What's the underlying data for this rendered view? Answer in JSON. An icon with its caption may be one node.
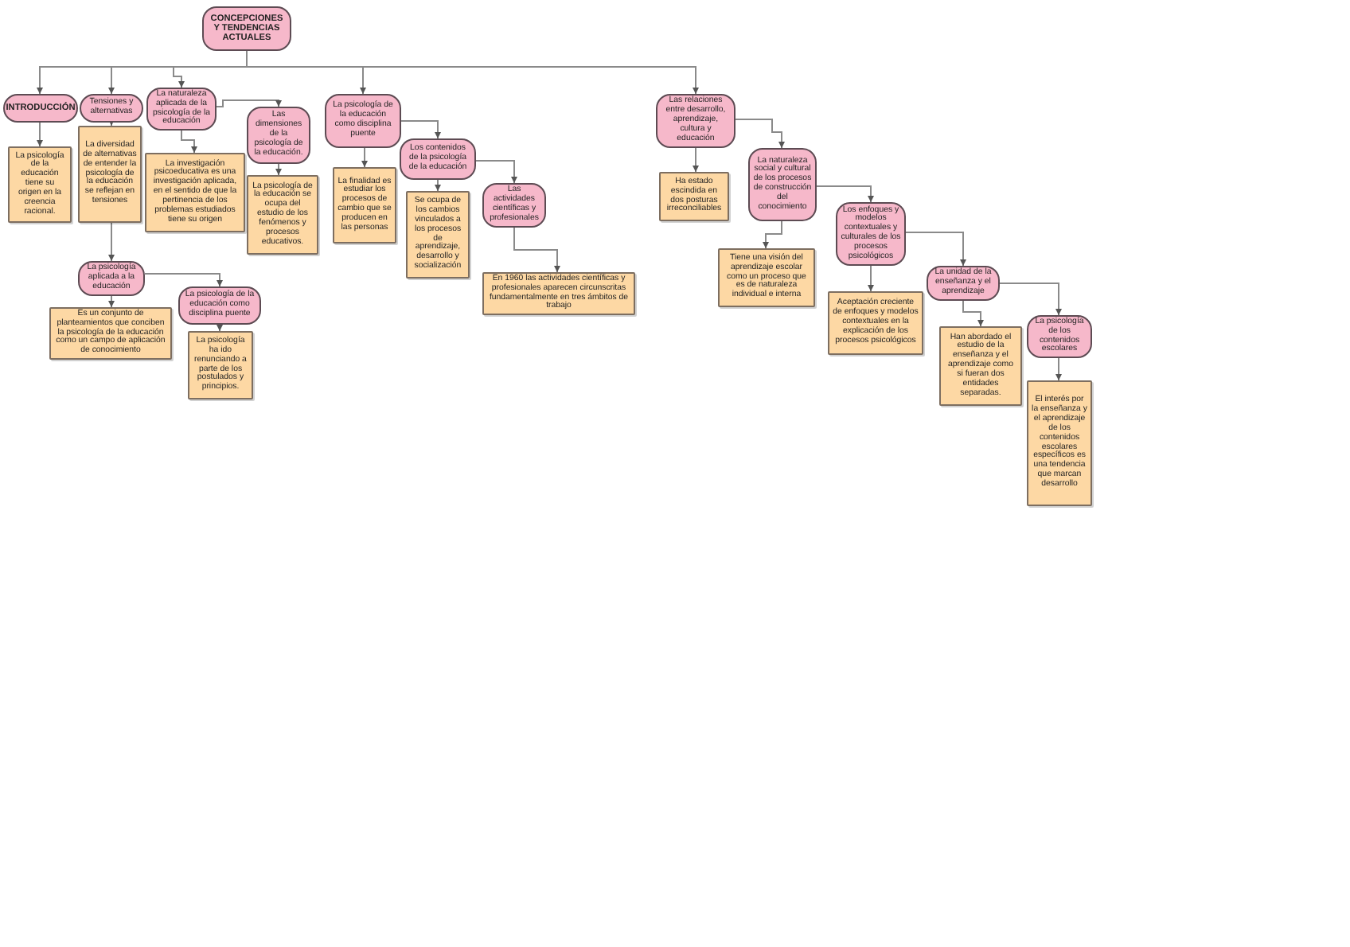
{
  "diagram": {
    "nodes": [
      {
        "text": [
          "CONCEPCIONES Y TENDENCIAS ACTUALES"
        ]
      },
      {
        "text": [
          "INTRODUCCIÓN"
        ]
      },
      {
        "text": [
          "La psicología de la educación tiene su origen en la creencia racional."
        ]
      },
      {
        "text": [
          "Tensiones y alternativas"
        ]
      },
      {
        "text": [
          "La diversidad de alternativas de entender la psicología de la educación se reflejan en tensiones"
        ]
      },
      {
        "text": [
          "La naturaleza aplicada de la psicología de la educación"
        ]
      },
      {
        "text": [
          "La investigación psicoeducativa es una investigación aplicada, en el sentido de que la pertinencia de los problemas estudiados tiene su origen"
        ]
      },
      {
        "text": [
          "Las dimensiones de la psicología de la educación."
        ]
      },
      {
        "text": [
          "La psicología de la educación se ocupa del estudio de los fenómenos y procesos educativos."
        ]
      },
      {
        "text": [
          "La psicología de la educación como disciplina puente"
        ]
      },
      {
        "text": [
          "La finalidad es estudiar los procesos de cambio que se producen en las personas"
        ]
      },
      {
        "text": [
          "Los contenidos de la psicología de la educación"
        ]
      },
      {
        "text": [
          "Se ocupa de los cambios vinculados a los procesos de aprendizaje, desarrollo y socialización"
        ]
      },
      {
        "text": [
          "Las actividades científicas y profesionales"
        ]
      },
      {
        "text": [
          "En 1960 las actividades científicas y profesionales aparecen circunscritas fundamentalmente en tres ámbitos de trabajo"
        ]
      },
      {
        "text": [
          "La psicología aplicada a la educación"
        ]
      },
      {
        "text": [
          "Es un conjunto de planteamientos que conciben la psicología de la educación como un campo de aplicación de conocimiento"
        ]
      },
      {
        "text": [
          "La psicología de la educación como disciplina puente"
        ]
      },
      {
        "text": [
          "La psicología ha ido renunciando a parte de los postulados y principios."
        ]
      },
      {
        "text": [
          "Las relaciones entre desarrollo, aprendizaje, cultura y educación"
        ]
      },
      {
        "text": [
          "Ha estado escindida en dos posturas irreconciliables"
        ]
      },
      {
        "text": [
          "La naturaleza social y cultural de los procesos de construcción del conocimiento"
        ]
      },
      {
        "text": [
          "Tiene una visión del aprendizaje escolar como un proceso que es de naturaleza individual e interna"
        ]
      },
      {
        "text": [
          "Los enfoques y modelos contextuales y culturales de los procesos psicológicos"
        ]
      },
      {
        "text": [
          "Aceptación creciente de enfoques y modelos contextuales en la explicación de los procesos psicológicos"
        ]
      },
      {
        "text": [
          "La unidad de la enseñanza y el aprendizaje"
        ]
      },
      {
        "text": [
          "Han abordado el estudio de la enseñanza y el aprendizaje como si fueran dos entidades separadas."
        ]
      },
      {
        "text": [
          "La psicología de los contenidos escolares"
        ]
      },
      {
        "text": [
          "El interés por la enseñanza y el aprendizaje de los contenidos escolares específicos es una tendencia que marcan desarrollo"
        ]
      }
    ],
    "edges": [
      {
        "from": 0,
        "to": 1,
        "arrow": "to"
      },
      {
        "from": 0,
        "to": 3,
        "arrow": "to"
      },
      {
        "from": 0,
        "to": 5,
        "arrow": "to"
      },
      {
        "from": 0,
        "to": 9,
        "arrow": "to"
      },
      {
        "from": 0,
        "to": 19,
        "arrow": "to"
      },
      {
        "from": 1,
        "to": 2,
        "arrow": "to"
      },
      {
        "from": 3,
        "to": 4,
        "arrow": "to"
      },
      {
        "from": 4,
        "to": 15,
        "arrow": "to"
      },
      {
        "from": 5,
        "to": 6,
        "arrow": "to"
      },
      {
        "from": 5,
        "to": 7,
        "arrow": "to"
      },
      {
        "from": 7,
        "to": 8,
        "arrow": "to"
      },
      {
        "from": 9,
        "to": 10,
        "arrow": "to"
      },
      {
        "from": 9,
        "to": 11,
        "arrow": "to"
      },
      {
        "from": 11,
        "to": 12,
        "arrow": "to"
      },
      {
        "from": 11,
        "to": 13,
        "arrow": "to"
      },
      {
        "from": 13,
        "to": 14,
        "arrow": "to"
      },
      {
        "from": 15,
        "to": 16,
        "arrow": "to"
      },
      {
        "from": 15,
        "to": 17,
        "arrow": "to"
      },
      {
        "from": 17,
        "to": 18,
        "arrow": "to"
      },
      {
        "from": 19,
        "to": 20,
        "arrow": "to"
      },
      {
        "from": 19,
        "to": 21,
        "arrow": "to"
      },
      {
        "from": 21,
        "to": 22,
        "arrow": "to"
      },
      {
        "from": 21,
        "to": 23,
        "arrow": "to"
      },
      {
        "from": 23,
        "to": 24,
        "arrow": "to"
      },
      {
        "from": 23,
        "to": 25,
        "arrow": "to"
      },
      {
        "from": 25,
        "to": 26,
        "arrow": "to"
      },
      {
        "from": 25,
        "to": 27,
        "arrow": "to"
      },
      {
        "from": 27,
        "to": 28,
        "arrow": "to"
      }
    ]
  }
}
